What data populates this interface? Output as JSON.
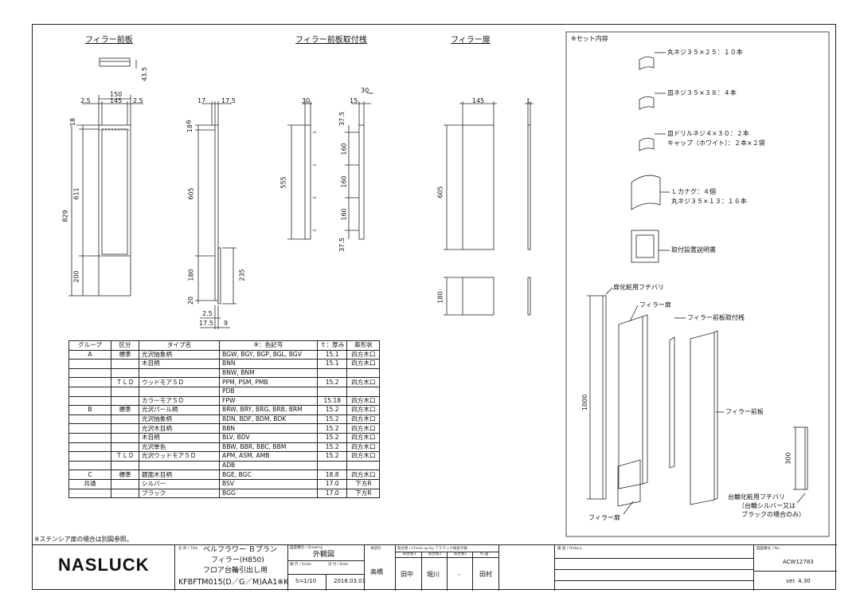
{
  "views": {
    "front_panel_title": "フィラー前板",
    "mount_bar_title": "フィラー前板取付桟",
    "door_title": "フィラー扉"
  },
  "dims": {
    "d43_5": "43.5",
    "d150": "150",
    "d2_5a": "2.5",
    "d145": "145",
    "d2_5b": "2.5",
    "d18a": "18",
    "d611": "611",
    "d829": "829",
    "d200": "200",
    "d17": "17",
    "d17_5": "17.5",
    "d6": "6",
    "d18b": "18",
    "d605a": "605",
    "d180a": "180",
    "d20": "20",
    "d235": "235",
    "d2_5c": "2.5",
    "d17_5b": "17.5",
    "d9": "9",
    "d30a": "30",
    "d15": "15",
    "d30b": "30",
    "d37_5a": "37.5",
    "d555": "555",
    "d160a": "160",
    "d160b": "160",
    "d160c": "160",
    "d37_5b": "37.5",
    "d145b": "145",
    "dt": "t",
    "d605b": "605",
    "d180b": "180",
    "d1000": "1000",
    "d300": "300"
  },
  "set_contents": {
    "title": "※セット内容",
    "item1": "丸ネジ３５×２５：１０本",
    "item2": "皿ネジ３５×３８：４本",
    "item3a": "皿ドリルネジ４×３０：２本",
    "item3b": "キャップ（ホワイト）：２本×２袋",
    "item4a": "Ｌカナグ：４個",
    "item4b": "丸ネジ３５×１３：１６本",
    "item5": "取付設置説明書",
    "lbl_door_cover": "扉化粧用フチバリ",
    "lbl_door": "フィラー扉",
    "lbl_mount": "フィラー前板取付桟",
    "lbl_front": "フィラー前板",
    "lbl_door2": "フィラー扉",
    "lbl_base1": "台輪化粧用フチバリ",
    "lbl_base2": "（台輪シルバー又は",
    "lbl_base3": "ブラックの場合のみ）"
  },
  "table": {
    "headers": [
      "グループ",
      "区分",
      "タイプ名",
      "※：色記号",
      "ｔ：厚み",
      "扉形状"
    ],
    "rows": [
      [
        "A",
        "標準",
        "光沢抽象柄",
        "BGW, BGY, BGP, BGL, BGV",
        "15.1",
        "四方木口"
      ],
      [
        "",
        "",
        "木目柄",
        "BNN",
        "15.1",
        "四方木口"
      ],
      [
        "",
        "",
        "",
        "BNW, BNM",
        "",
        ""
      ],
      [
        "",
        "ＴＬＤ",
        "ウッドモアＳＤ",
        "PPM, PSM, PMB",
        "15.2",
        "四方木口"
      ],
      [
        "",
        "",
        "",
        "PDB",
        "",
        ""
      ],
      [
        "",
        "",
        "カラーモアＳＤ",
        "FPW",
        "15.18",
        "四方木口"
      ],
      [
        "B",
        "標準",
        "光沢パール柄",
        "BRW, BRY, BRG, BRB, BRM",
        "15.2",
        "四方木口"
      ],
      [
        "",
        "",
        "光沢抽象柄",
        "BDN, BDF, BDM, BDK",
        "15.2",
        "四方木口"
      ],
      [
        "",
        "",
        "光沢木目柄",
        "BBN",
        "15.2",
        "四方木口"
      ],
      [
        "",
        "",
        "木目柄",
        "BLV, BDV",
        "15.2",
        "四方木口"
      ],
      [
        "",
        "",
        "光沢単色",
        "BBW, BBR, BBC, BBM",
        "15.2",
        "四方木口"
      ],
      [
        "",
        "ＴＬＤ",
        "光沢ウッドモアＳＤ",
        "APM, ASM, AMB",
        "15.2",
        "四方木口"
      ],
      [
        "",
        "",
        "",
        "ADB",
        "",
        ""
      ],
      [
        "C",
        "標準",
        "鏡面木目柄",
        "BGE, BGC",
        "18.8",
        "四方木口"
      ],
      [
        "共通",
        "",
        "シルバー",
        "BSV",
        "17.0",
        "下方R"
      ],
      [
        "",
        "",
        "ブラック",
        "BGG",
        "17.0",
        "下方R"
      ]
    ]
  },
  "note": "※ステンシア扉の場合は別図参照。",
  "title_block": {
    "logo": "NASLUCK",
    "title_caption": "名 称 / Title",
    "title1": "ベルフラワー Ｂプラン",
    "title2": "フィラー(H850)",
    "title3": "フロア台輪引出し用",
    "title4": "KFBFTM015(D／G／M)AA1※K",
    "drawing_caption": "図面種別 / Drawing",
    "drawing": "外観図",
    "scale_caption": "縮 尺 / Scale",
    "scale": "S=1/10",
    "date_caption": "日 付 / Date",
    "date": "2018.03.01",
    "approve_caption": "承認印",
    "approver": "高橋",
    "check_caption": "照合者 / Check up by アスラック検査点検",
    "check1_caption": "照合者1",
    "check2_caption": "照合者2",
    "check3_caption": "照合者3",
    "draft_caption": "作 図",
    "check1": "田中",
    "check2": "堀川",
    "check3": "-",
    "drafter": "田村",
    "history_caption": "履 歴 / History",
    "number_caption": "図面番号 / No.",
    "number": "ACW12783",
    "version": "ver. 4.30"
  }
}
